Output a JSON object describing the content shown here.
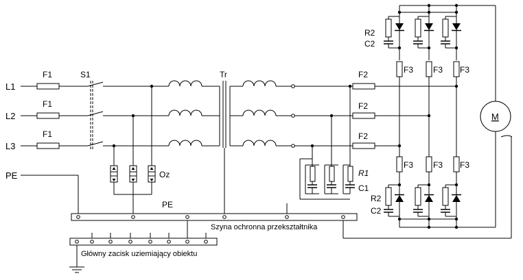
{
  "labels": {
    "phases": [
      "L1",
      "L2",
      "L3"
    ],
    "pe_input": "PE",
    "fuse_in": "F1",
    "switch": "S1",
    "transformer": "Tr",
    "surge_arrester": "Oz",
    "fuse_out": "F2",
    "fuse_bridge": "F3",
    "r1": "R1",
    "c1": "C1",
    "r2": "R2",
    "c2": "C2",
    "motor": "M",
    "pe_bus": "PE",
    "bus_caption": "Szyna ochronna przekształtnika",
    "main_terminal": "Główny zacisk uziemiający obiektu"
  },
  "colors": {
    "line": "#000000",
    "background": "#ffffff"
  }
}
